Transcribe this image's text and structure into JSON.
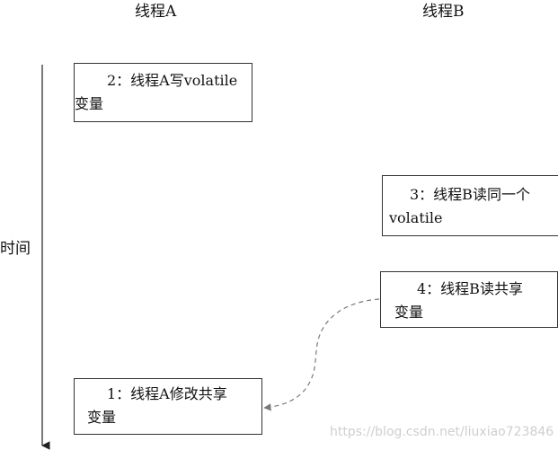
{
  "headers": {
    "thread_a": "线程A",
    "thread_b": "线程B"
  },
  "time_axis": {
    "label": "时间"
  },
  "steps": {
    "step2": {
      "line1": "2：线程A写volatile",
      "line2": "变量"
    },
    "step3": {
      "line1": "3：线程B读同一个",
      "line2": "volatile"
    },
    "step4": {
      "line1": "4：线程B读共享",
      "line2": "变量"
    },
    "step1": {
      "line1": "1：线程A修改共享",
      "line2": "变量"
    }
  },
  "watermark": "https://blog.csdn.net/liuxiao723846",
  "colors": {
    "axis": "#222222",
    "box_border": "#333333",
    "dashed_arrow": "#7a7a7a",
    "watermark": "#cfcfcf"
  }
}
